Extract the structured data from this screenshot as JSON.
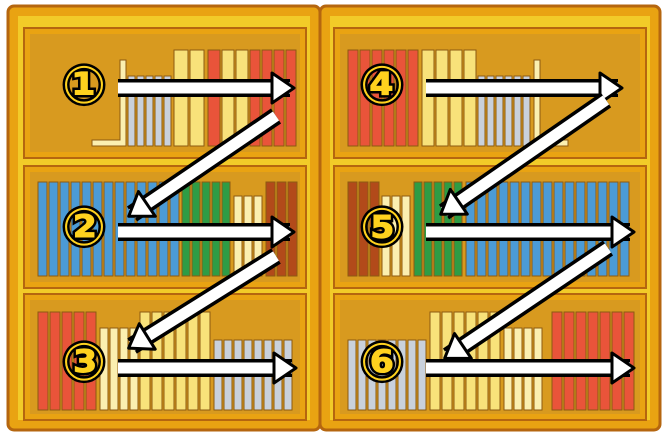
{
  "colors": {
    "cabinet_frame": "#E9A312",
    "cabinet_outline": "#B5660F",
    "cabinet_body": "#F2CB28",
    "shelf_inner": "#D89A1F",
    "book_red": "#E9543A",
    "book_yellow": "#F8E27A",
    "book_pale_yellow": "#FBEFB0",
    "book_gray": "#C9D1DC",
    "book_blue": "#4B9BD6",
    "book_green": "#2E9C45",
    "book_brown": "#B24A1A",
    "arrow_fill": "#FFFFFF",
    "arrow_outline": "#000000",
    "label_fill": "#FFD21E"
  },
  "steps": [
    {
      "symbol": "①",
      "icon": "circled-number-one"
    },
    {
      "symbol": "②",
      "icon": "circled-number-two"
    },
    {
      "symbol": "③",
      "icon": "circled-number-three"
    },
    {
      "symbol": "④",
      "icon": "circled-number-four"
    },
    {
      "symbol": "⑤",
      "icon": "circled-number-five"
    },
    {
      "symbol": "⑥",
      "icon": "circled-number-six"
    }
  ]
}
